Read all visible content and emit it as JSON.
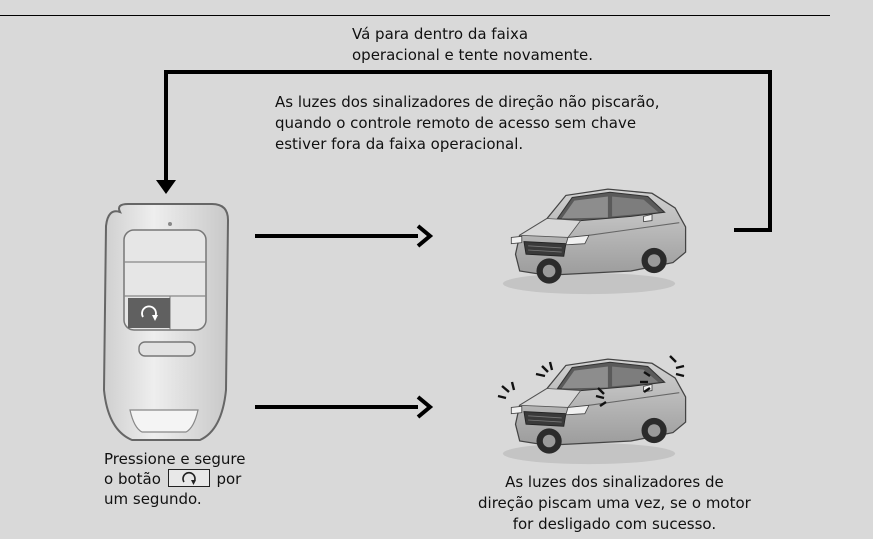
{
  "diagram": {
    "retry_text": {
      "line1": "Vá para dentro da faixa",
      "line2": "operacional e tente novamente."
    },
    "no_flash_text": {
      "line1": "As luzes dos sinalizadores de direção não piscarão,",
      "line2": "quando o controle remoto de acesso sem chave",
      "line3": "estiver fora da faixa operacional."
    },
    "press_text": {
      "line1": "Pressione e segure",
      "line2_before": "o botão",
      "line2_after": "por",
      "line3": "um segundo."
    },
    "flash_text": {
      "line1": "As luzes dos sinalizadores de",
      "line2": "direção piscam uma vez, se o motor",
      "line3": "for desligado com sucesso."
    }
  },
  "icons": {
    "remote_start": "circular-arrow-icon",
    "fob": "keyless-remote-fob",
    "car": "suv-car",
    "flash_marks": "turn-signal-flash-icon"
  },
  "colors": {
    "background": "#d9d9d9",
    "ink": "#111111",
    "fob_body": "#e4e4e4",
    "car_body": "#b9b9b9"
  }
}
